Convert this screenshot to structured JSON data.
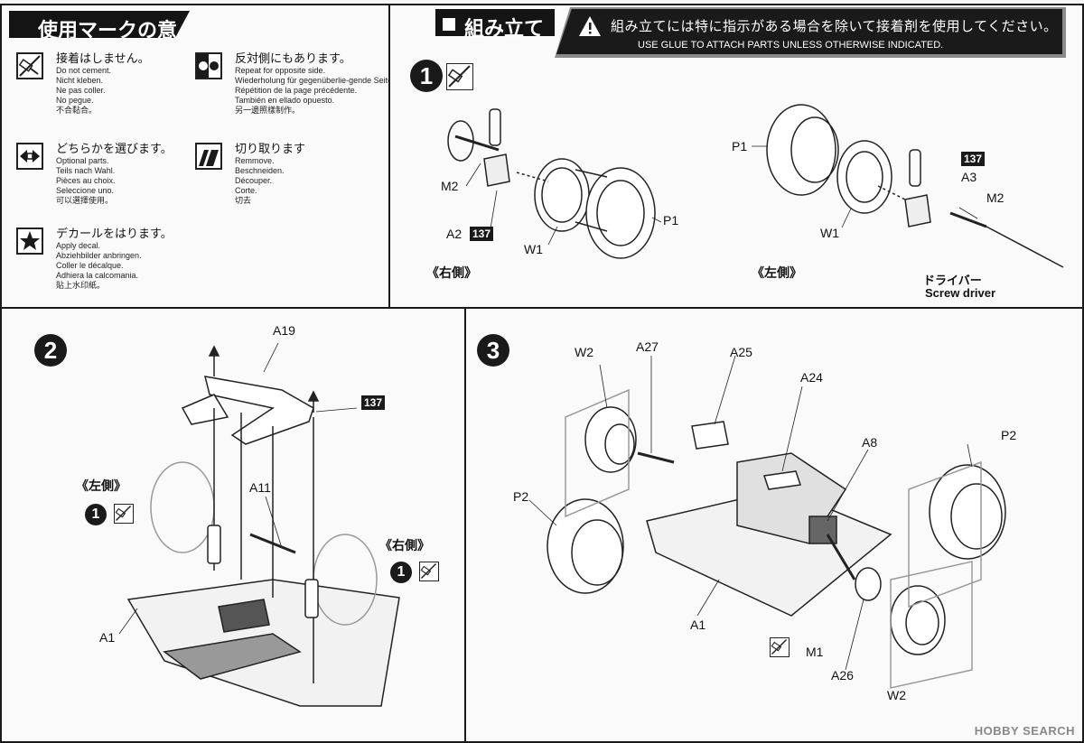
{
  "symbols": {
    "title": "使用マークの意味",
    "items": [
      {
        "jp": "接着はしません。",
        "lines": [
          "Do not cement.",
          "Nicht kleben.",
          "Ne pas coller.",
          "No pegue.",
          "不合黏合。"
        ]
      },
      {
        "jp": "反対側にもあります。",
        "lines": [
          "Repeat for opposite side.",
          "Wiederholung für gegenüberlie-gende Seite.",
          "Répétition de la page précédente.",
          "También en ellado opuesto.",
          "另一邊照樣制作。"
        ]
      },
      {
        "jp": "どちらかを選びます。",
        "lines": [
          "Optional parts.",
          "Teils nach Wahl.",
          "Pièces au choix.",
          "Seleccione uno.",
          "可以選擇使用。"
        ]
      },
      {
        "jp": "切り取ります",
        "lines": [
          "Remmove.",
          "Beschneiden.",
          "Découper.",
          "Corte.",
          "切去"
        ]
      },
      {
        "jp": "デカールをはります。",
        "lines": [
          "Apply decal.",
          "Abziehbilder anbringen.",
          "Coller le décalque.",
          "Adhiera la calcomania.",
          "貼上水印紙。"
        ]
      }
    ]
  },
  "assembly": {
    "title": "組み立て",
    "warning_jp": "組み立てには特に指示がある場合を除いて接着剤を使用してください。",
    "warning_en": "USE GLUE TO ATTACH PARTS UNLESS OTHERWISE INDICATED."
  },
  "step1": {
    "number": "1",
    "labels": {
      "m2_left": "M2",
      "a2": "A2",
      "code_a2": "137",
      "w1_left": "W1",
      "p1_left": "P1",
      "right_side": "《右側》",
      "p1_right": "P1",
      "code_a3": "137",
      "a3": "A3",
      "m2_right": "M2",
      "w1_right": "W1",
      "left_side": "《左側》",
      "driver_jp": "ドライバー",
      "driver_en": "Screw driver"
    }
  },
  "step2": {
    "number": "2",
    "labels": {
      "a19": "A19",
      "code": "137",
      "left_side": "《左側》",
      "ref_left": "1",
      "a11": "A11",
      "right_side": "《右側》",
      "ref_right": "1",
      "a1": "A1"
    }
  },
  "step3": {
    "number": "3",
    "labels": {
      "w2_top": "W2",
      "a27": "A27",
      "a25": "A25",
      "a24": "A24",
      "a8": "A8",
      "p2_right": "P2",
      "p2_left": "P2",
      "a1": "A1",
      "m1": "M1",
      "a26": "A26",
      "w2_bottom": "W2"
    }
  },
  "watermark": "HOBBY SEARCH",
  "icons": [
    "no-glue-icon",
    "opposite-side-icon",
    "optional-icon",
    "cut-icon",
    "decal-icon",
    "warning-icon"
  ]
}
